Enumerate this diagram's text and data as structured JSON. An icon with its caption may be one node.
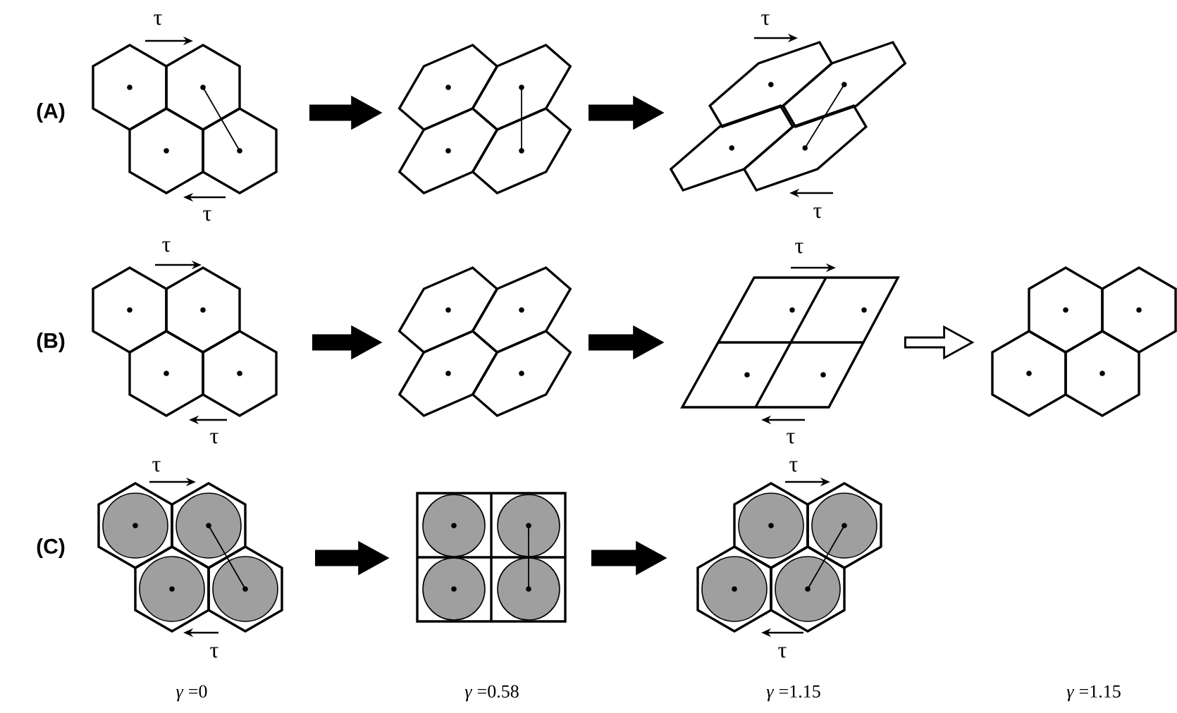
{
  "diagram": {
    "nodes": [
      {
        "text": [],
        "shape": "picture"
      },
      {
        "text": [],
        "shape": "picture"
      },
      {
        "text": [],
        "shape": "picture"
      },
      {
        "text": [],
        "shape": "picture"
      },
      {
        "text": [],
        "shape": "picture"
      },
      {
        "text": [],
        "shape": "picture"
      },
      {
        "text": [],
        "shape": "picture"
      },
      {
        "text": [],
        "shape": "picture"
      },
      {
        "text": [],
        "shape": "picture"
      },
      {
        "text": [],
        "shape": "picture"
      }
    ],
    "edges": [
      {
        "from": 0,
        "to": 1,
        "arrow": "to"
      },
      {
        "from": 1,
        "to": 2,
        "arrow": "to"
      },
      {
        "from": 3,
        "to": 4,
        "arrow": "to"
      },
      {
        "from": 4,
        "to": 5,
        "arrow": "to"
      },
      {
        "from": 5,
        "to": 6,
        "arrow": "to",
        "color": "#ffffff"
      },
      {
        "from": 7,
        "to": 8,
        "arrow": "to"
      },
      {
        "from": 8,
        "to": 9,
        "arrow": "to"
      }
    ],
    "labels": [
      "τ",
      "τ",
      "(A)",
      "τ",
      "τ",
      "τ",
      "τ",
      "(B)",
      "τ",
      "τ",
      "τ",
      "τ",
      "(C)",
      "τ",
      "τ",
      "*γ* =0",
      "*γ* =0.58",
      "*γ* =1.15",
      "*γ* =1.15"
    ]
  }
}
